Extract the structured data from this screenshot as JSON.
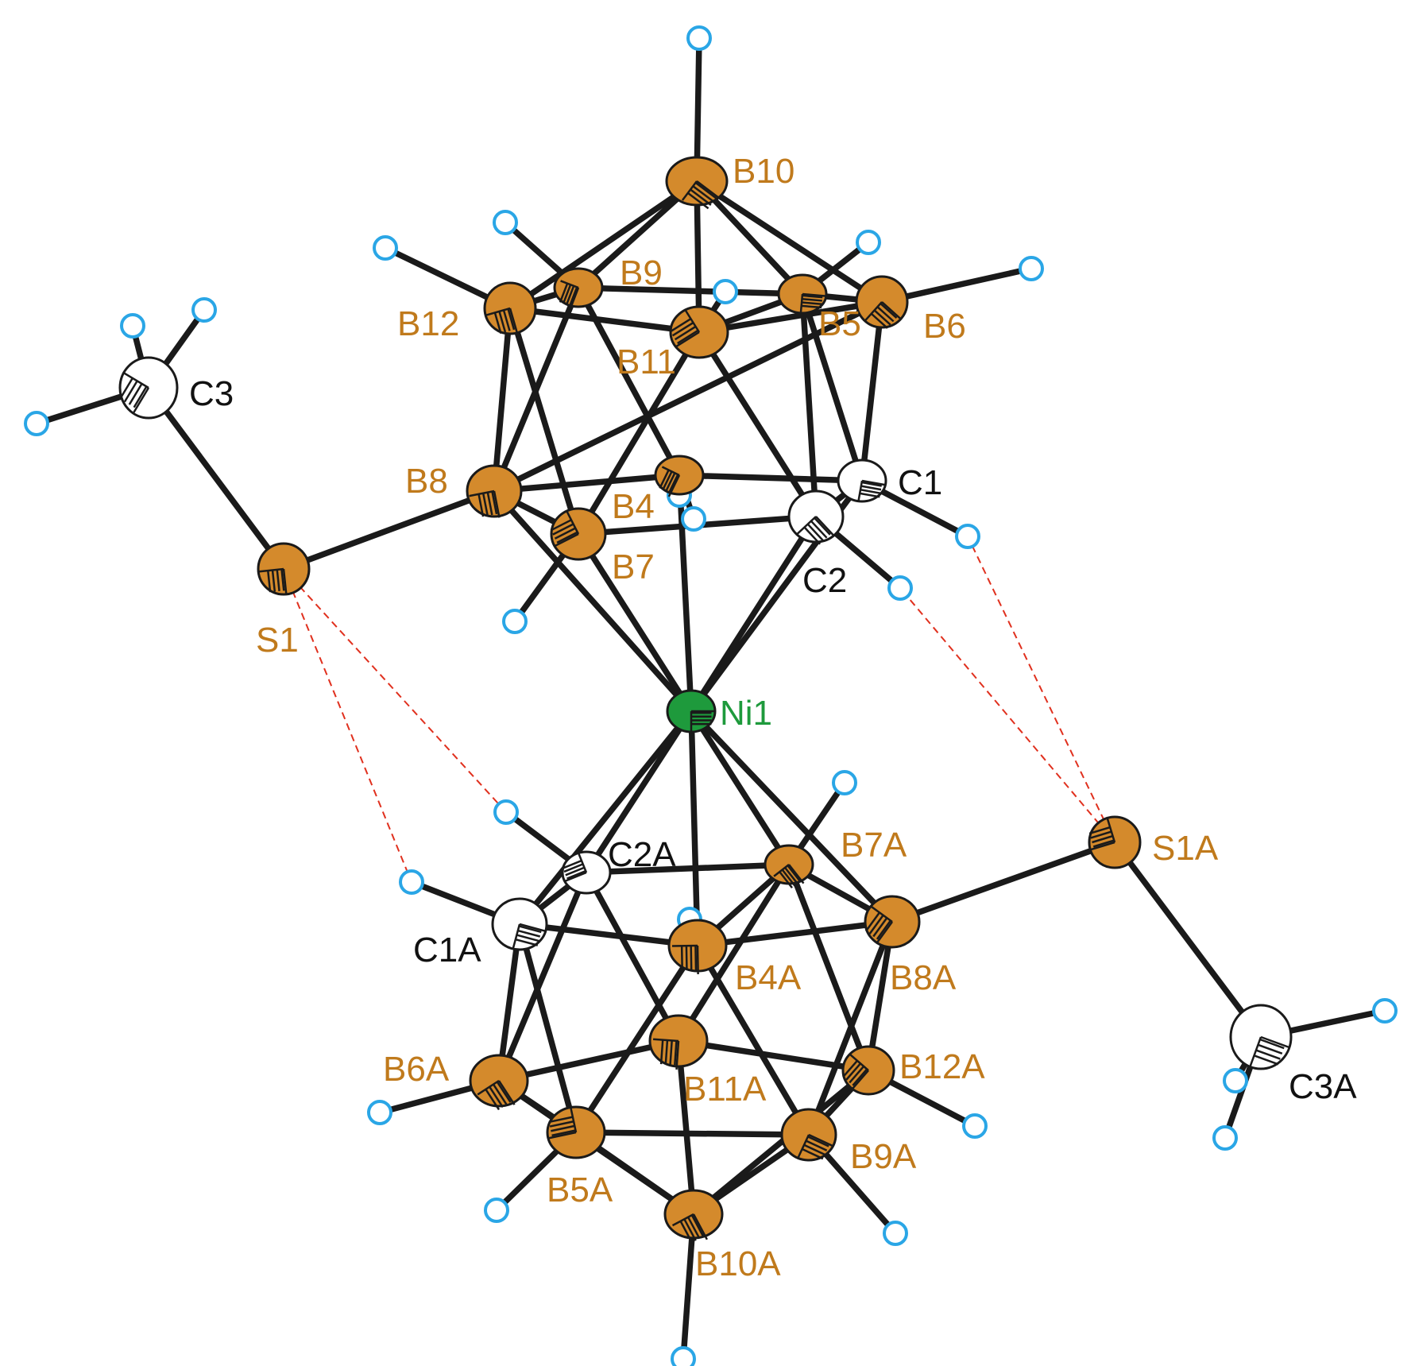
{
  "colors": {
    "boron": "#d48a2c",
    "boron_label": "#c07a1c",
    "carbon": "#ffffff",
    "carbon_label": "#111111",
    "sulfur": "#d48a2c",
    "nickel": "#1e9a3c",
    "hydrogen": "#2aa6e6",
    "bond": "#1a1a1a",
    "hbond": "#e0301e"
  },
  "atoms": [
    {
      "id": "Ni1",
      "label": "Ni1",
      "element": "Ni"
    },
    {
      "id": "B10",
      "label": "B10",
      "element": "B"
    },
    {
      "id": "B12",
      "label": "B12",
      "element": "B"
    },
    {
      "id": "B9",
      "label": "B9",
      "element": "B"
    },
    {
      "id": "B11",
      "label": "B11",
      "element": "B"
    },
    {
      "id": "B5",
      "label": "B5",
      "element": "B"
    },
    {
      "id": "B6",
      "label": "B6",
      "element": "B"
    },
    {
      "id": "B8",
      "label": "B8",
      "element": "B"
    },
    {
      "id": "B4",
      "label": "B4",
      "element": "B"
    },
    {
      "id": "B7",
      "label": "B7",
      "element": "B"
    },
    {
      "id": "C1",
      "label": "C1",
      "element": "C"
    },
    {
      "id": "C2",
      "label": "C2",
      "element": "C"
    },
    {
      "id": "S1",
      "label": "S1",
      "element": "S"
    },
    {
      "id": "C3",
      "label": "C3",
      "element": "C"
    },
    {
      "id": "C2A",
      "label": "C2A",
      "element": "C"
    },
    {
      "id": "C1A",
      "label": "C1A",
      "element": "C"
    },
    {
      "id": "B7A",
      "label": "B7A",
      "element": "B"
    },
    {
      "id": "B4A",
      "label": "B4A",
      "element": "B"
    },
    {
      "id": "B8A",
      "label": "B8A",
      "element": "B"
    },
    {
      "id": "S1A",
      "label": "S1A",
      "element": "S"
    },
    {
      "id": "C3A",
      "label": "C3A",
      "element": "C"
    },
    {
      "id": "B6A",
      "label": "B6A",
      "element": "B"
    },
    {
      "id": "B11A",
      "label": "B11A",
      "element": "B"
    },
    {
      "id": "B12A",
      "label": "B12A",
      "element": "B"
    },
    {
      "id": "B5A",
      "label": "B5A",
      "element": "B"
    },
    {
      "id": "B9A",
      "label": "B9A",
      "element": "B"
    },
    {
      "id": "B10A",
      "label": "B10A",
      "element": "B"
    }
  ],
  "hydrogen_count": 26
}
